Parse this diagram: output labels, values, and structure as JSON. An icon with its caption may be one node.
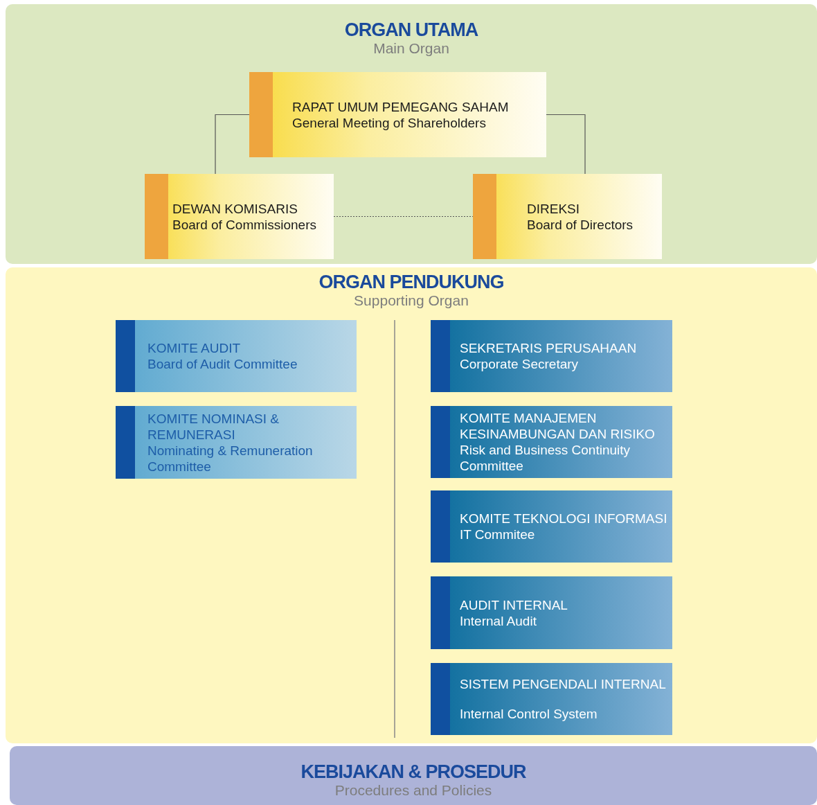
{
  "diagram": {
    "nodes": [
      {
        "text": [
          "ORGAN UTAMA",
          "Main Organ"
        ]
      },
      {
        "text": [
          "RAPAT UMUM PEMEGANG SAHAM",
          "General Meeting of Shareholders"
        ],
        "in": 0
      },
      {
        "text": [
          "DEWAN KOMISARIS",
          "Board of Commissioners"
        ],
        "in": 0
      },
      {
        "text": [
          "DIREKSI",
          "Board of Directors"
        ],
        "in": 0
      },
      {
        "text": [
          "ORGAN PENDUKUNG",
          "Supporting Organ"
        ]
      },
      {
        "text": [
          "KOMITE AUDIT",
          "Board of Audit Committee"
        ],
        "in": 4
      },
      {
        "text": [
          "KOMITE NOMINASI & REMUNERASI",
          "Nominating & Remuneration Committee"
        ],
        "in": 4
      },
      {
        "text": [
          "SEKRETARIS PERUSAHAAN",
          "Corporate Secretary"
        ],
        "in": 4
      },
      {
        "text": [
          "KOMITE MANAJEMEN KESINAMBUNGAN DAN RISIKO",
          "Risk and Business Continuity Committee"
        ],
        "in": 4
      },
      {
        "text": [
          "KOMITE TEKNOLOGI INFORMASI",
          "IT Commitee"
        ],
        "in": 4
      },
      {
        "text": [
          "AUDIT INTERNAL",
          "Internal Audit"
        ],
        "in": 4
      },
      {
        "text": [
          "SISTEM PENGENDALI INTERNAL",
          "Internal Control System"
        ],
        "in": 4
      },
      {
        "text": [
          "KEBIJAKAN & PROSEDUR",
          "Procedures and Policies"
        ]
      }
    ],
    "edges": [
      {
        "from": 1,
        "to": 2,
        "arrow": "none"
      },
      {
        "from": 1,
        "to": 3,
        "arrow": "none"
      },
      {
        "from": 2,
        "to": 3,
        "arrow": "none",
        "style": "dashed"
      }
    ]
  }
}
